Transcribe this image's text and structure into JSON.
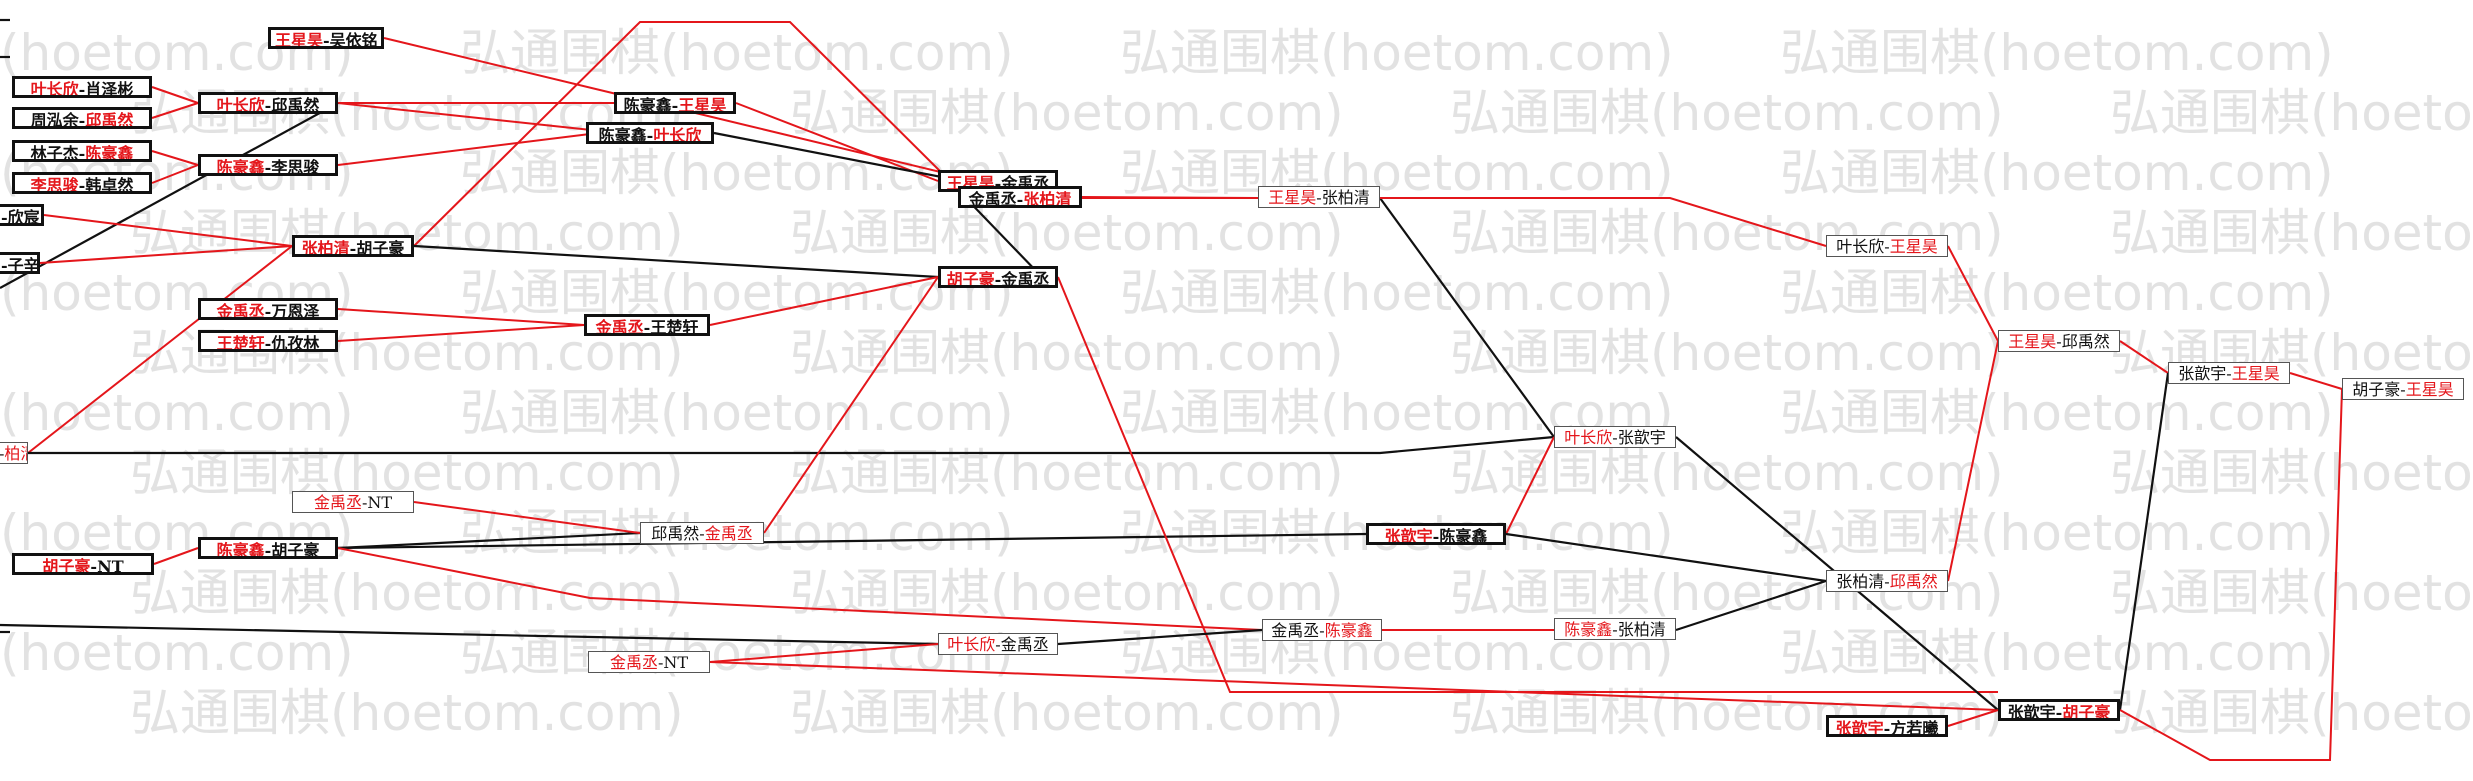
{
  "watermark": {
    "text": "弘通围棋(hoetom.com)"
  },
  "colors": {
    "win": "#e4161b",
    "loss": "#111111",
    "watermark": "#e2e2e2"
  },
  "matches": [
    {
      "id": "m01",
      "players": [
        "王星昊",
        "吴依铭"
      ],
      "win": 0
    },
    {
      "id": "m02",
      "players": [
        "叶长欣",
        "肖泽彬"
      ],
      "win": 0
    },
    {
      "id": "m03",
      "players": [
        "周泓余",
        "邱禹然"
      ],
      "win": 1
    },
    {
      "id": "m04",
      "players": [
        "叶长欣",
        "邱禹然"
      ],
      "win": 0
    },
    {
      "id": "m05",
      "players": [
        "林子杰",
        "陈豪鑫"
      ],
      "win": 1
    },
    {
      "id": "m06",
      "players": [
        "李思骏",
        "韩卓然"
      ],
      "win": 0
    },
    {
      "id": "m07",
      "players": [
        "陈豪鑫",
        "李思骏"
      ],
      "win": 0
    },
    {
      "id": "m08",
      "players": [
        "",
        "欣宸"
      ],
      "win": -1
    },
    {
      "id": "m09",
      "players": [
        "",
        "子辛"
      ],
      "win": -1
    },
    {
      "id": "m10",
      "players": [
        "张柏清",
        "胡子豪"
      ],
      "win": 0
    },
    {
      "id": "m11",
      "players": [
        "金禹丞",
        "万恩泽"
      ],
      "win": 0
    },
    {
      "id": "m12",
      "players": [
        "王楚轩",
        "仇孜林"
      ],
      "win": 0
    },
    {
      "id": "m13",
      "players": [
        "金禹丞",
        "王楚轩"
      ],
      "win": 0
    },
    {
      "id": "m14",
      "players": [
        "",
        "柏清"
      ],
      "win": 1
    },
    {
      "id": "m15",
      "players": [
        "金禹丞",
        "NT"
      ],
      "win": 0
    },
    {
      "id": "m16",
      "players": [
        "胡子豪",
        "NT"
      ],
      "win": 0
    },
    {
      "id": "m17",
      "players": [
        "陈豪鑫",
        "胡子豪"
      ],
      "win": 0
    },
    {
      "id": "m18",
      "players": [
        "陈豪鑫",
        "王星昊"
      ],
      "win": 1
    },
    {
      "id": "m19",
      "players": [
        "陈豪鑫",
        "叶长欣"
      ],
      "win": 1
    },
    {
      "id": "m20",
      "players": [
        "王星昊",
        "金禹丞"
      ],
      "win": 0
    },
    {
      "id": "m21",
      "players": [
        "金禹丞",
        "张柏清"
      ],
      "win": 1
    },
    {
      "id": "m22",
      "players": [
        "胡子豪",
        "金禹丞"
      ],
      "win": 0
    },
    {
      "id": "m23",
      "players": [
        "邱禹然",
        "金禹丞"
      ],
      "win": 1
    },
    {
      "id": "m24",
      "players": [
        "金禹丞",
        "NT"
      ],
      "win": 0
    },
    {
      "id": "m25",
      "players": [
        "叶长欣",
        "金禹丞"
      ],
      "win": 0
    },
    {
      "id": "m26",
      "players": [
        "王星昊",
        "张柏清"
      ],
      "win": 0
    },
    {
      "id": "m27",
      "players": [
        "张歆宇",
        "陈豪鑫"
      ],
      "win": 0
    },
    {
      "id": "m28",
      "players": [
        "金禹丞",
        "陈豪鑫"
      ],
      "win": 1
    },
    {
      "id": "m29",
      "players": [
        "叶长欣",
        "王星昊"
      ],
      "win": 1
    },
    {
      "id": "m30",
      "players": [
        "叶长欣",
        "张歆宇"
      ],
      "win": 0
    },
    {
      "id": "m31",
      "players": [
        "张柏清",
        "邱禹然"
      ],
      "win": 1
    },
    {
      "id": "m32",
      "players": [
        "陈豪鑫",
        "张柏清"
      ],
      "win": 0
    },
    {
      "id": "m33",
      "players": [
        "张歆宇",
        "方若曦"
      ],
      "win": 0
    },
    {
      "id": "m34",
      "players": [
        "王星昊",
        "邱禹然"
      ],
      "win": 0
    },
    {
      "id": "m35",
      "players": [
        "张歆宇",
        "胡子豪"
      ],
      "win": 1
    },
    {
      "id": "m36",
      "players": [
        "张歆宇",
        "王星昊"
      ],
      "win": 1
    },
    {
      "id": "m37",
      "players": [
        "胡子豪",
        "王星昊"
      ],
      "win": 1
    }
  ]
}
